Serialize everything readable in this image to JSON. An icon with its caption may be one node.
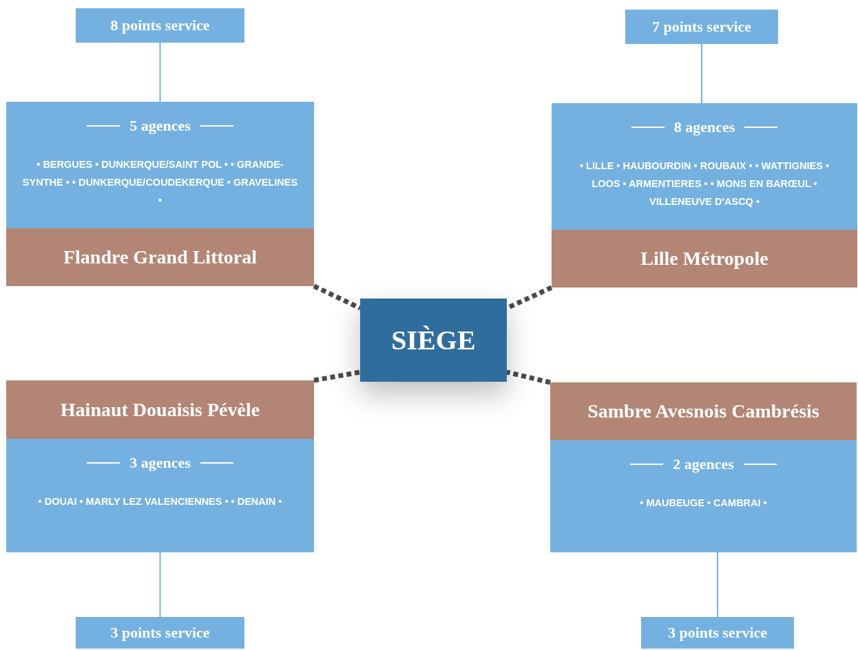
{
  "diagram": {
    "nodes": [
      {
        "text": [
          "8 points service"
        ]
      },
      {
        "text": [
          "7 points service"
        ]
      },
      {
        "text": [
          "5 agences",
          "• BERGUES • DUNKERQUE/SAINT POL • • GRANDE-SYNTHE • • DUNKERQUE/COUDEKERQUE • GRAVELINES •"
        ]
      },
      {
        "text": [
          "Flandre Grand Littoral"
        ]
      },
      {
        "text": [
          "8 agences",
          "• LILLE • HAUBOURDIN • ROUBAIX • • WATTIGNIES • LOOS • ARMENTIERES • • MONS EN BARŒUL • VILLENEUVE D'ASCQ •"
        ]
      },
      {
        "text": [
          "Lille Métropole"
        ]
      },
      {
        "text": [
          "SIÈGE"
        ]
      },
      {
        "text": [
          "Hainaut Douaisis Pévèle"
        ]
      },
      {
        "text": [
          "3 agences",
          "• DOUAI • MARLY LEZ VALENCIENNES • • DENAIN •"
        ]
      },
      {
        "text": [
          "Sambre Avesnois Cambrésis"
        ]
      },
      {
        "text": [
          "2 agences",
          "• MAUBEUGE • CAMBRAI •"
        ]
      },
      {
        "text": [
          "3 points service"
        ]
      },
      {
        "text": [
          "3 points service"
        ]
      }
    ],
    "edges": [
      {
        "from": 0,
        "to": 2,
        "arrow": "none"
      },
      {
        "from": 1,
        "to": 4,
        "arrow": "none"
      },
      {
        "from": 3,
        "to": 6,
        "arrow": "none",
        "style": "dashed",
        "color": "#4a4a4a"
      },
      {
        "from": 5,
        "to": 6,
        "arrow": "none",
        "style": "dashed",
        "color": "#4a4a4a"
      },
      {
        "from": 7,
        "to": 6,
        "arrow": "none",
        "style": "dashed",
        "color": "#4a4a4a"
      },
      {
        "from": 9,
        "to": 6,
        "arrow": "none",
        "style": "dashed",
        "color": "#4a4a4a"
      },
      {
        "from": 8,
        "to": 11,
        "arrow": "none"
      },
      {
        "from": 10,
        "to": 12,
        "arrow": "none"
      }
    ]
  }
}
